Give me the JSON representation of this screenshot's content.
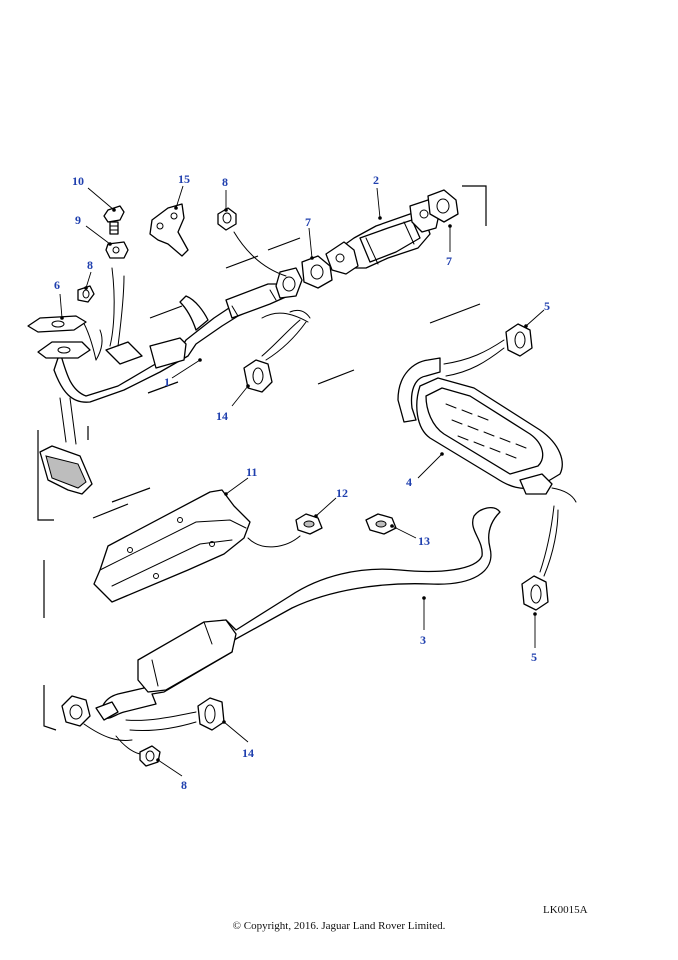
{
  "callouts": [
    {
      "id": "c1",
      "label": "1"
    },
    {
      "id": "c2",
      "label": "2"
    },
    {
      "id": "c3",
      "label": "3"
    },
    {
      "id": "c4",
      "label": "4"
    },
    {
      "id": "c5a",
      "label": "5"
    },
    {
      "id": "c5b",
      "label": "5"
    },
    {
      "id": "c6",
      "label": "6"
    },
    {
      "id": "c7a",
      "label": "7"
    },
    {
      "id": "c7b",
      "label": "7"
    },
    {
      "id": "c8a",
      "label": "8"
    },
    {
      "id": "c8b",
      "label": "8"
    },
    {
      "id": "c8c",
      "label": "8"
    },
    {
      "id": "c9",
      "label": "9"
    },
    {
      "id": "c10",
      "label": "10"
    },
    {
      "id": "c11",
      "label": "11"
    },
    {
      "id": "c12",
      "label": "12"
    },
    {
      "id": "c13",
      "label": "13"
    },
    {
      "id": "c14a",
      "label": "14"
    },
    {
      "id": "c14b",
      "label": "14"
    },
    {
      "id": "c15",
      "label": "15"
    }
  ],
  "footer": {
    "reference_code": "LK0015A",
    "copyright": "© Copyright, 2016. Jaguar Land Rover Limited."
  },
  "colors": {
    "callout": "#1f3fae",
    "line": "#000000"
  }
}
